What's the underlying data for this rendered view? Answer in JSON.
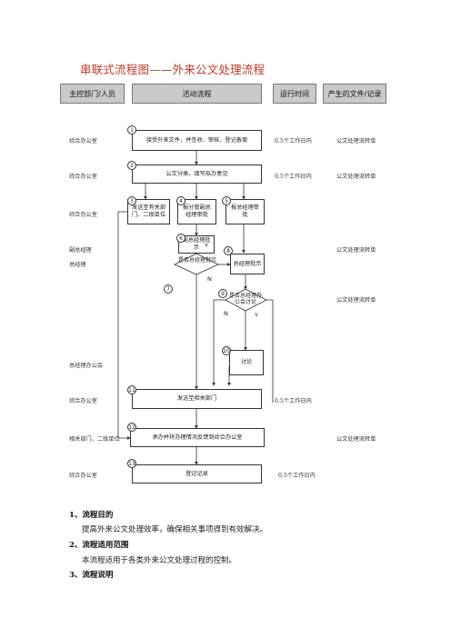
{
  "title": "串联式流程图——外来公文处理流程",
  "headers": {
    "dept": "主控部门/人员",
    "activity": "活动流程",
    "time": "运行时间",
    "record": "产生的文件/记录"
  },
  "rows": [
    {
      "dept": "综合办公室",
      "time": "0.5个工作日内",
      "record": "公文处理流转单"
    },
    {
      "dept": "综合办公室",
      "time": "0.5个工作日内",
      "record": "公文处理流转单"
    },
    {
      "dept": "综合办公室"
    },
    {
      "dept": "副总经理",
      "record": "公文处理流转单"
    },
    {
      "dept": "总经理"
    },
    {
      "dept": "",
      "record": "公文处理流转单"
    },
    {
      "dept": "总经理办公会"
    },
    {
      "dept": "综合办公室",
      "time": "0.5个工作日内"
    },
    {
      "dept": "相关部门、二级单位",
      "record": "公文处理流转单"
    },
    {
      "dept": "综合办公室",
      "time": "0.5个工作日内"
    }
  ],
  "steps": [
    {
      "n": "1",
      "text": "接受外来文件，并签收、审核、登记备案"
    },
    {
      "n": "2",
      "text": "公文分类，填写拟办意见"
    },
    {
      "n": "3",
      "text": "发送至有关部门、二级单位"
    },
    {
      "n": "4",
      "text": "报分管副总经理审批"
    },
    {
      "n": "5",
      "text": "报总经理审批"
    },
    {
      "n": "6",
      "text": "副总经理批示"
    },
    {
      "n": "7",
      "text": "是否总经理批示"
    },
    {
      "n": "8",
      "text": "总经理批示"
    },
    {
      "n": "9",
      "text": "是否总经理办公会讨论"
    },
    {
      "n": "10",
      "text": "讨论"
    },
    {
      "n": "11",
      "text": "发送至相关部门"
    },
    {
      "n": "12",
      "text": "承办并将办理情况反馈到综合办公室"
    },
    {
      "n": "13",
      "text": "登记记录"
    }
  ],
  "decision_labels": {
    "y1": "Y",
    "n1": "N",
    "y2": "Y",
    "n2": "N"
  },
  "sections": [
    {
      "heading": "1、流程目的",
      "body": "提高外来公文处理效率，确保相关事项得到有效解决。"
    },
    {
      "heading": "2、流程适用范围",
      "body": "本流程适用于各类外来公文处理过程的控制。"
    },
    {
      "heading": "3、流程说明",
      "body": ""
    }
  ],
  "colors": {
    "title": "#c0392b",
    "header_bg": "#c9c9c9"
  }
}
